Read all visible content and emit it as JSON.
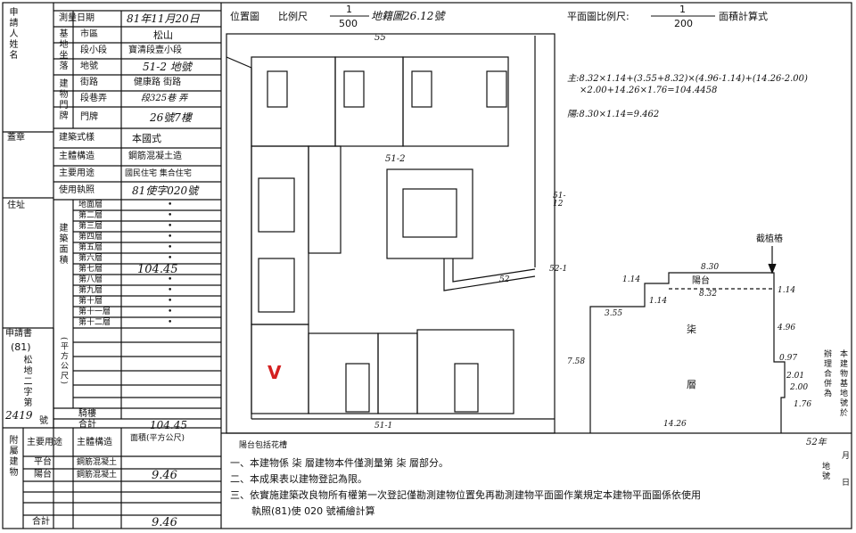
{
  "colors": {
    "ink": "#111111",
    "paper": "#ffffff",
    "red_mark": "#d42020"
  },
  "left": {
    "applicant_name_label": "申請人姓名",
    "applicant_name_value": "?",
    "stamp_label": "蓋章",
    "address_label": "住址",
    "address_value": "?",
    "applicant_doc_label": "申請書",
    "year_value": "(81)",
    "doc_word": "松地二字第",
    "doc_number": "2419",
    "doc_number_suffix": "號",
    "row_labels": {
      "date": "測量日期",
      "city": "市區",
      "section": "段小段",
      "lot": "地號",
      "road": "街路",
      "lane": "段巷弄",
      "door": "門牌",
      "building_style": "建築式樣",
      "main_structure": "主體構造",
      "main_use": "主要用途",
      "license": "使用執照",
      "land_group": "基地坐落",
      "bldg_group": "建物門牌",
      "area_group": "建築面積",
      "unit": "(平方公尺)",
      "arcade": "騎樓",
      "total": "合計",
      "annex_group": "附屬建物",
      "annex_use": "主要用途",
      "annex_struct": "主體構造",
      "annex_area": "面積(平方公尺)",
      "annex_platform": "平台",
      "annex_balcony": "陽台",
      "annex_total": "合計"
    },
    "values": {
      "date": "81年11月20日",
      "city": "松山",
      "section": "寶清段壹小段",
      "lot": "51-2 地號",
      "road": "健康路 街路",
      "lane": "段325巷 弄",
      "door": "26號7樓",
      "building_style": "本國式",
      "main_structure": "鋼筋混凝土造",
      "main_use": "國民住宅 集合住宅",
      "license": "81使字020號",
      "total": "104.45",
      "annex_balcony": "9.46",
      "annex_total": "9.46",
      "annex_balcony_struct": "鋼筋混凝土",
      "annex_platform_struct": "鋼筋混凝土"
    },
    "floors": [
      {
        "name": "地面層",
        "value": "•"
      },
      {
        "name": "第二層",
        "value": "•"
      },
      {
        "name": "第三層",
        "value": "•"
      },
      {
        "name": "第四層",
        "value": "•"
      },
      {
        "name": "第五層",
        "value": "•"
      },
      {
        "name": "第六層",
        "value": "•"
      },
      {
        "name": "第七層",
        "value": "104.45"
      },
      {
        "name": "第八層",
        "value": "•"
      },
      {
        "name": "第九層",
        "value": "•"
      },
      {
        "name": "第十層",
        "value": "•"
      },
      {
        "name": "第十一層",
        "value": "•"
      },
      {
        "name": "第十二層",
        "value": "•"
      }
    ]
  },
  "site": {
    "title": "位置圖",
    "scale_label": "比例尺",
    "scale_num": "1",
    "scale_den": "500",
    "sheet": "地籍圖26.12號",
    "lot_top": "55",
    "lot_main": "51-2",
    "lot_right": "51-12",
    "lot_52": "52",
    "lot_52b": "52-1",
    "lot_51b": "51-1",
    "mark": "V"
  },
  "floor": {
    "title": "平面圖比例尺:",
    "scale_num": "1",
    "scale_den": "200",
    "calc_title": "面積計算式",
    "formula1": "主:8.32×1.14+(3.55+8.32)×(4.96-1.14)+(14.26-2.00)",
    "formula2": "×2.00+14.26×1.76=104.4458",
    "formula3": "陽:8.30×1.14=9.462",
    "arrow_label": "截植樁",
    "dim_830": "8.30",
    "dim_832": "8.32",
    "dim_114a": "1.14",
    "dim_114b": "1.14",
    "dim_114c": "1.14",
    "dim_355": "3.55",
    "dim_758": "7.58",
    "dim_496": "4.96",
    "dim_097": "0.97",
    "dim_201": "2.01",
    "dim_200": "2.00",
    "dim_176": "1.76",
    "dim_1426": "14.26",
    "balcony": "陽台",
    "room1": "柒",
    "room2": "層",
    "side_note1": "本建物基地號於",
    "side_note2": "辦理合併為",
    "year_note": "52年",
    "month_note": "月",
    "day_note": "日",
    "lot_note": "地號"
  },
  "notes": {
    "header": "陽台包括花槽",
    "n1": "一、本建物係 柒 層建物本件僅測量第 柒 層部分。",
    "n2": "二、本成果表以建物登記為限。",
    "n3": "三、依實施建築改良物所有權第一次登記僅勘測建物位置免再勘測建物平面圖作業規定本建物平面圖係依使用",
    "n4": "執照(81)使 020 號補繪計算"
  }
}
